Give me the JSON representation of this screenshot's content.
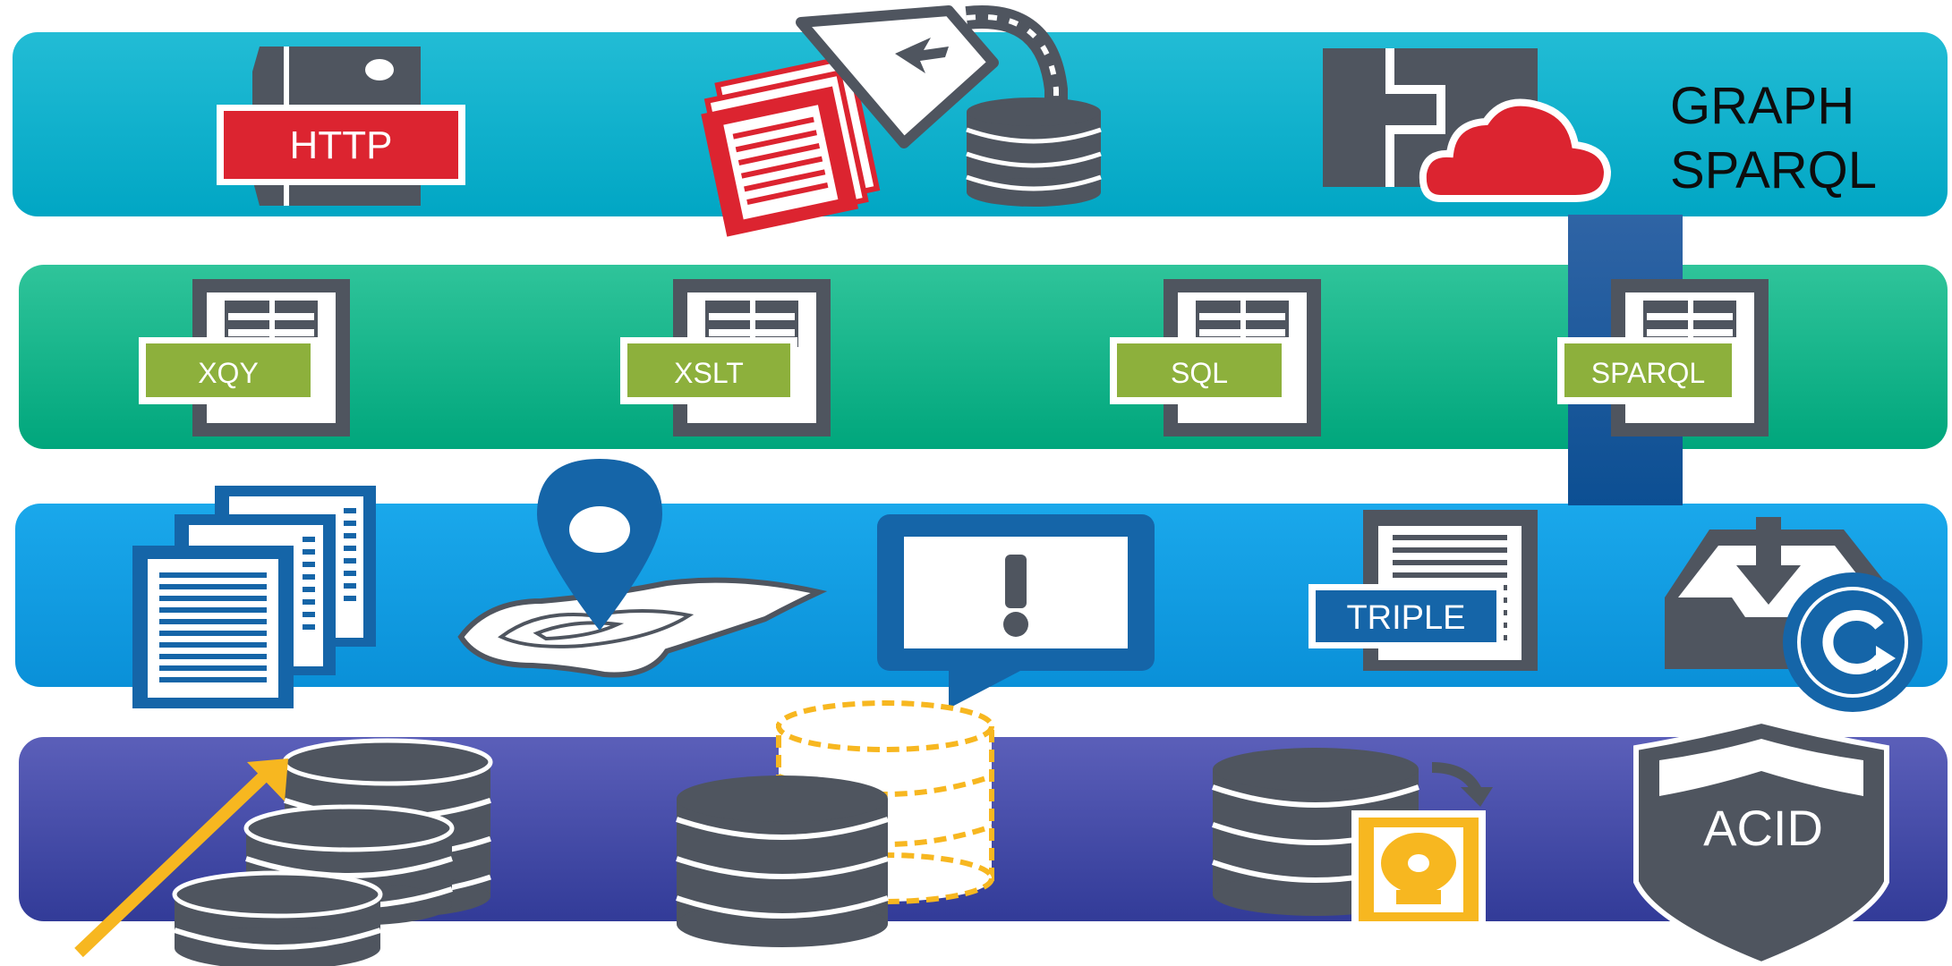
{
  "top_layer": {
    "http_label": "HTTP",
    "graph_line1": "GRAPH",
    "graph_line2": "SPARQL"
  },
  "query_layer": {
    "labels": [
      "XQY",
      "XSLT",
      "SQL",
      "SPARQL"
    ]
  },
  "data_layer": {
    "triple_label": "TRIPLE"
  },
  "storage_layer": {
    "acid_label": "ACID"
  },
  "colors": {
    "band_top": "#0fb1cd",
    "band_query": "#14b088",
    "band_data": "#0f9be2",
    "band_storage": "#444aa6",
    "connector": "#1b5a9c",
    "icon_gray": "#4f555f",
    "icon_red": "#dc2430",
    "icon_green": "#8db03c",
    "icon_blue": "#1565a8",
    "icon_yellow": "#f7b720"
  },
  "icons": [
    "server-icon",
    "document-pour-icon",
    "database-icon",
    "cloud-gateway-icon",
    "script-icon",
    "multi-document-icon",
    "map-pin-icon",
    "alert-monitor-icon",
    "triple-document-icon",
    "inbox-download-icon",
    "scaling-database-icon",
    "tiered-database-icon",
    "backup-disk-icon",
    "acid-shield-icon"
  ]
}
